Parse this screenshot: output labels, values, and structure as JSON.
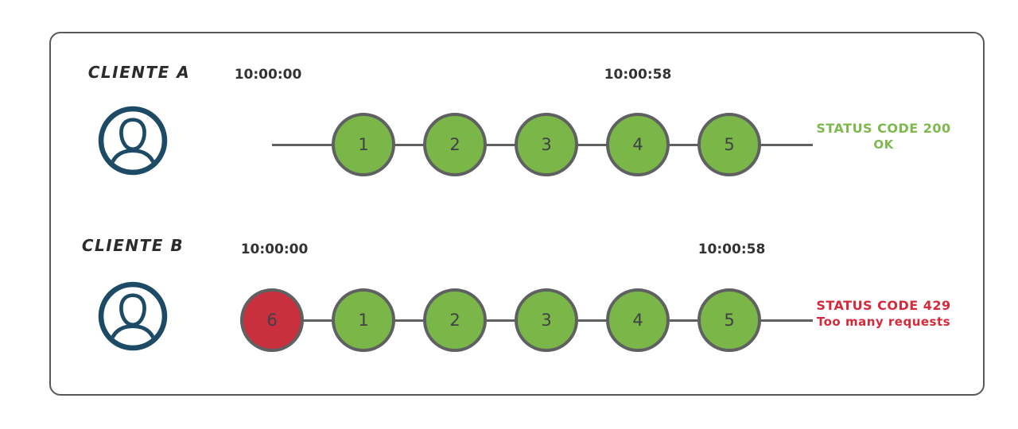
{
  "diagram": {
    "rows": [
      {
        "client": "CLIENTE A",
        "time_start": "10:00:00",
        "time_end": "10:00:58",
        "requests": [
          {
            "label": "1",
            "status": "ok"
          },
          {
            "label": "2",
            "status": "ok"
          },
          {
            "label": "3",
            "status": "ok"
          },
          {
            "label": "4",
            "status": "ok"
          },
          {
            "label": "5",
            "status": "ok"
          }
        ],
        "status": {
          "line1": "STATUS CODE 200",
          "line2": "OK",
          "type": "ok"
        }
      },
      {
        "client": "CLIENTE B",
        "time_start": "10:00:00",
        "time_end": "10:00:58",
        "requests": [
          {
            "label": "1",
            "status": "ok"
          },
          {
            "label": "2",
            "status": "ok"
          },
          {
            "label": "3",
            "status": "ok"
          },
          {
            "label": "4",
            "status": "ok"
          },
          {
            "label": "5",
            "status": "ok"
          },
          {
            "label": "6",
            "status": "limited"
          }
        ],
        "status": {
          "line1": "STATUS CODE 429",
          "line2": "Too many requests",
          "type": "limited"
        }
      }
    ],
    "colors": {
      "ok": "#7ab648",
      "limited": "#c9303e",
      "ok_text": "#7db94c",
      "limited_text": "#d6293a",
      "line": "#5f6062",
      "circle_border": "#5f6062",
      "icon": "#1d4b66",
      "text": "#333333",
      "frame": "#58595b",
      "number": "#3f4245"
    }
  }
}
